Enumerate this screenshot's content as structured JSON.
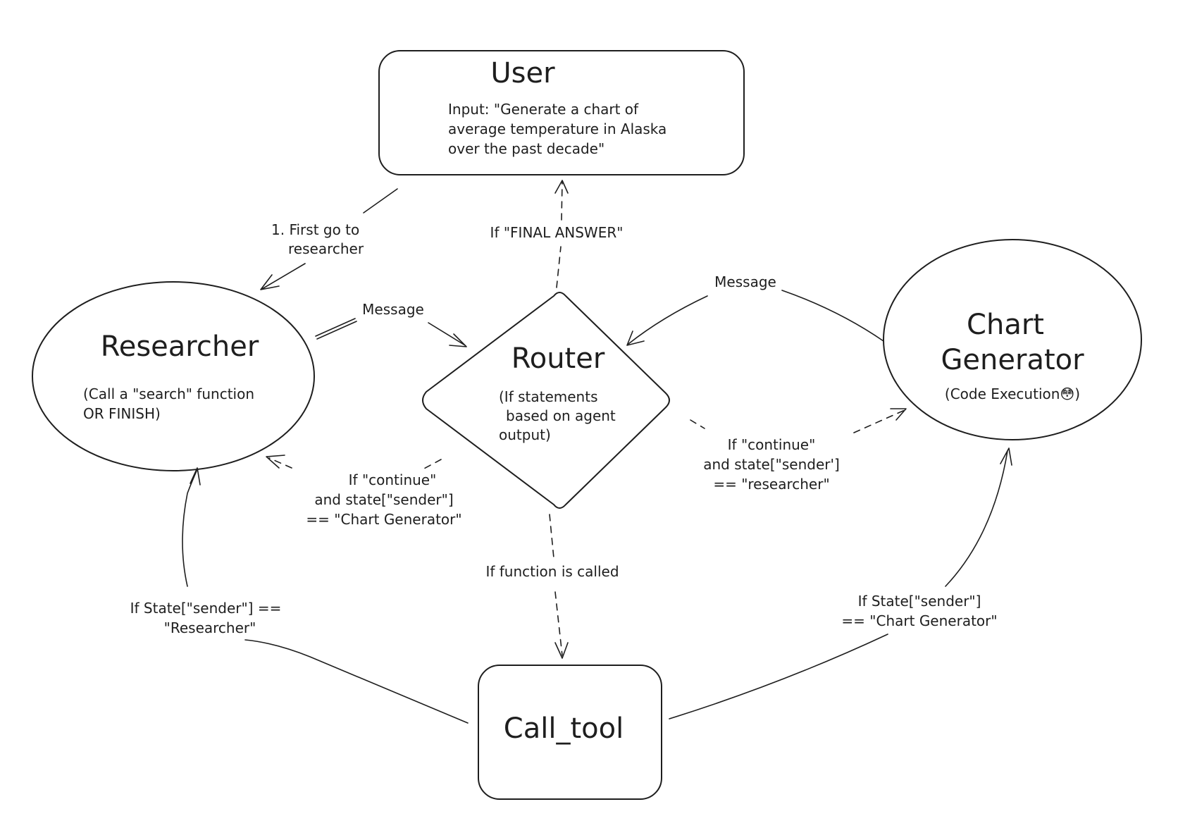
{
  "nodes": {
    "user": {
      "title": "User",
      "body": [
        "Input: \"Generate a chart of",
        "average temperature in Alaska",
        "over the past decade\""
      ]
    },
    "researcher": {
      "title": "Researcher",
      "body": [
        "(Call a \"search\" function",
        "OR FINISH)"
      ]
    },
    "router": {
      "title": "Router",
      "body": [
        "(If statements",
        "based on agent",
        "output)"
      ]
    },
    "chart_generator": {
      "title": [
        "Chart",
        "Generator"
      ],
      "body": "(Code Execution😳)"
    },
    "call_tool": {
      "title": "Call_tool"
    }
  },
  "edges": {
    "user_to_researcher": [
      "1. First go to",
      "researcher"
    ],
    "router_to_user": "If \"FINAL ANSWER\"",
    "researcher_to_router": "Message",
    "chart_to_router": "Message",
    "router_to_researcher": [
      "If \"continue\"",
      "and state[\"sender\"]",
      "== \"Chart Generator\""
    ],
    "router_to_chart": [
      "If \"continue\"",
      "and state[\"sender']",
      "== \"researcher\""
    ],
    "router_to_call_tool": "If function is called",
    "call_tool_to_researcher": [
      "If State[\"sender\"] ==",
      "\"Researcher\""
    ],
    "call_tool_to_chart": [
      "If State[\"sender\"]",
      "== \"Chart Generator\""
    ]
  }
}
